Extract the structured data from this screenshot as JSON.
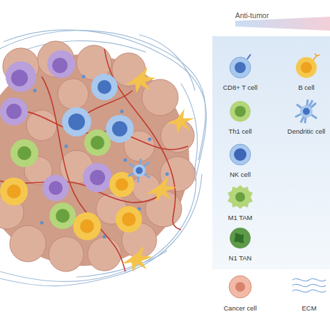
{
  "diagram": {
    "labels": [
      "Anti-tumor"
    ],
    "legend": [
      {
        "text": "CD8+ T cell"
      },
      {
        "text": "B cell"
      },
      {
        "text": "Th1 cell"
      },
      {
        "text": "Dendritic cell"
      },
      {
        "text": "NK cell"
      },
      {
        "text": "M1 TAM"
      },
      {
        "text": "N1 TAN"
      },
      {
        "text": "Cancer cell"
      },
      {
        "text": "ECM"
      }
    ]
  }
}
